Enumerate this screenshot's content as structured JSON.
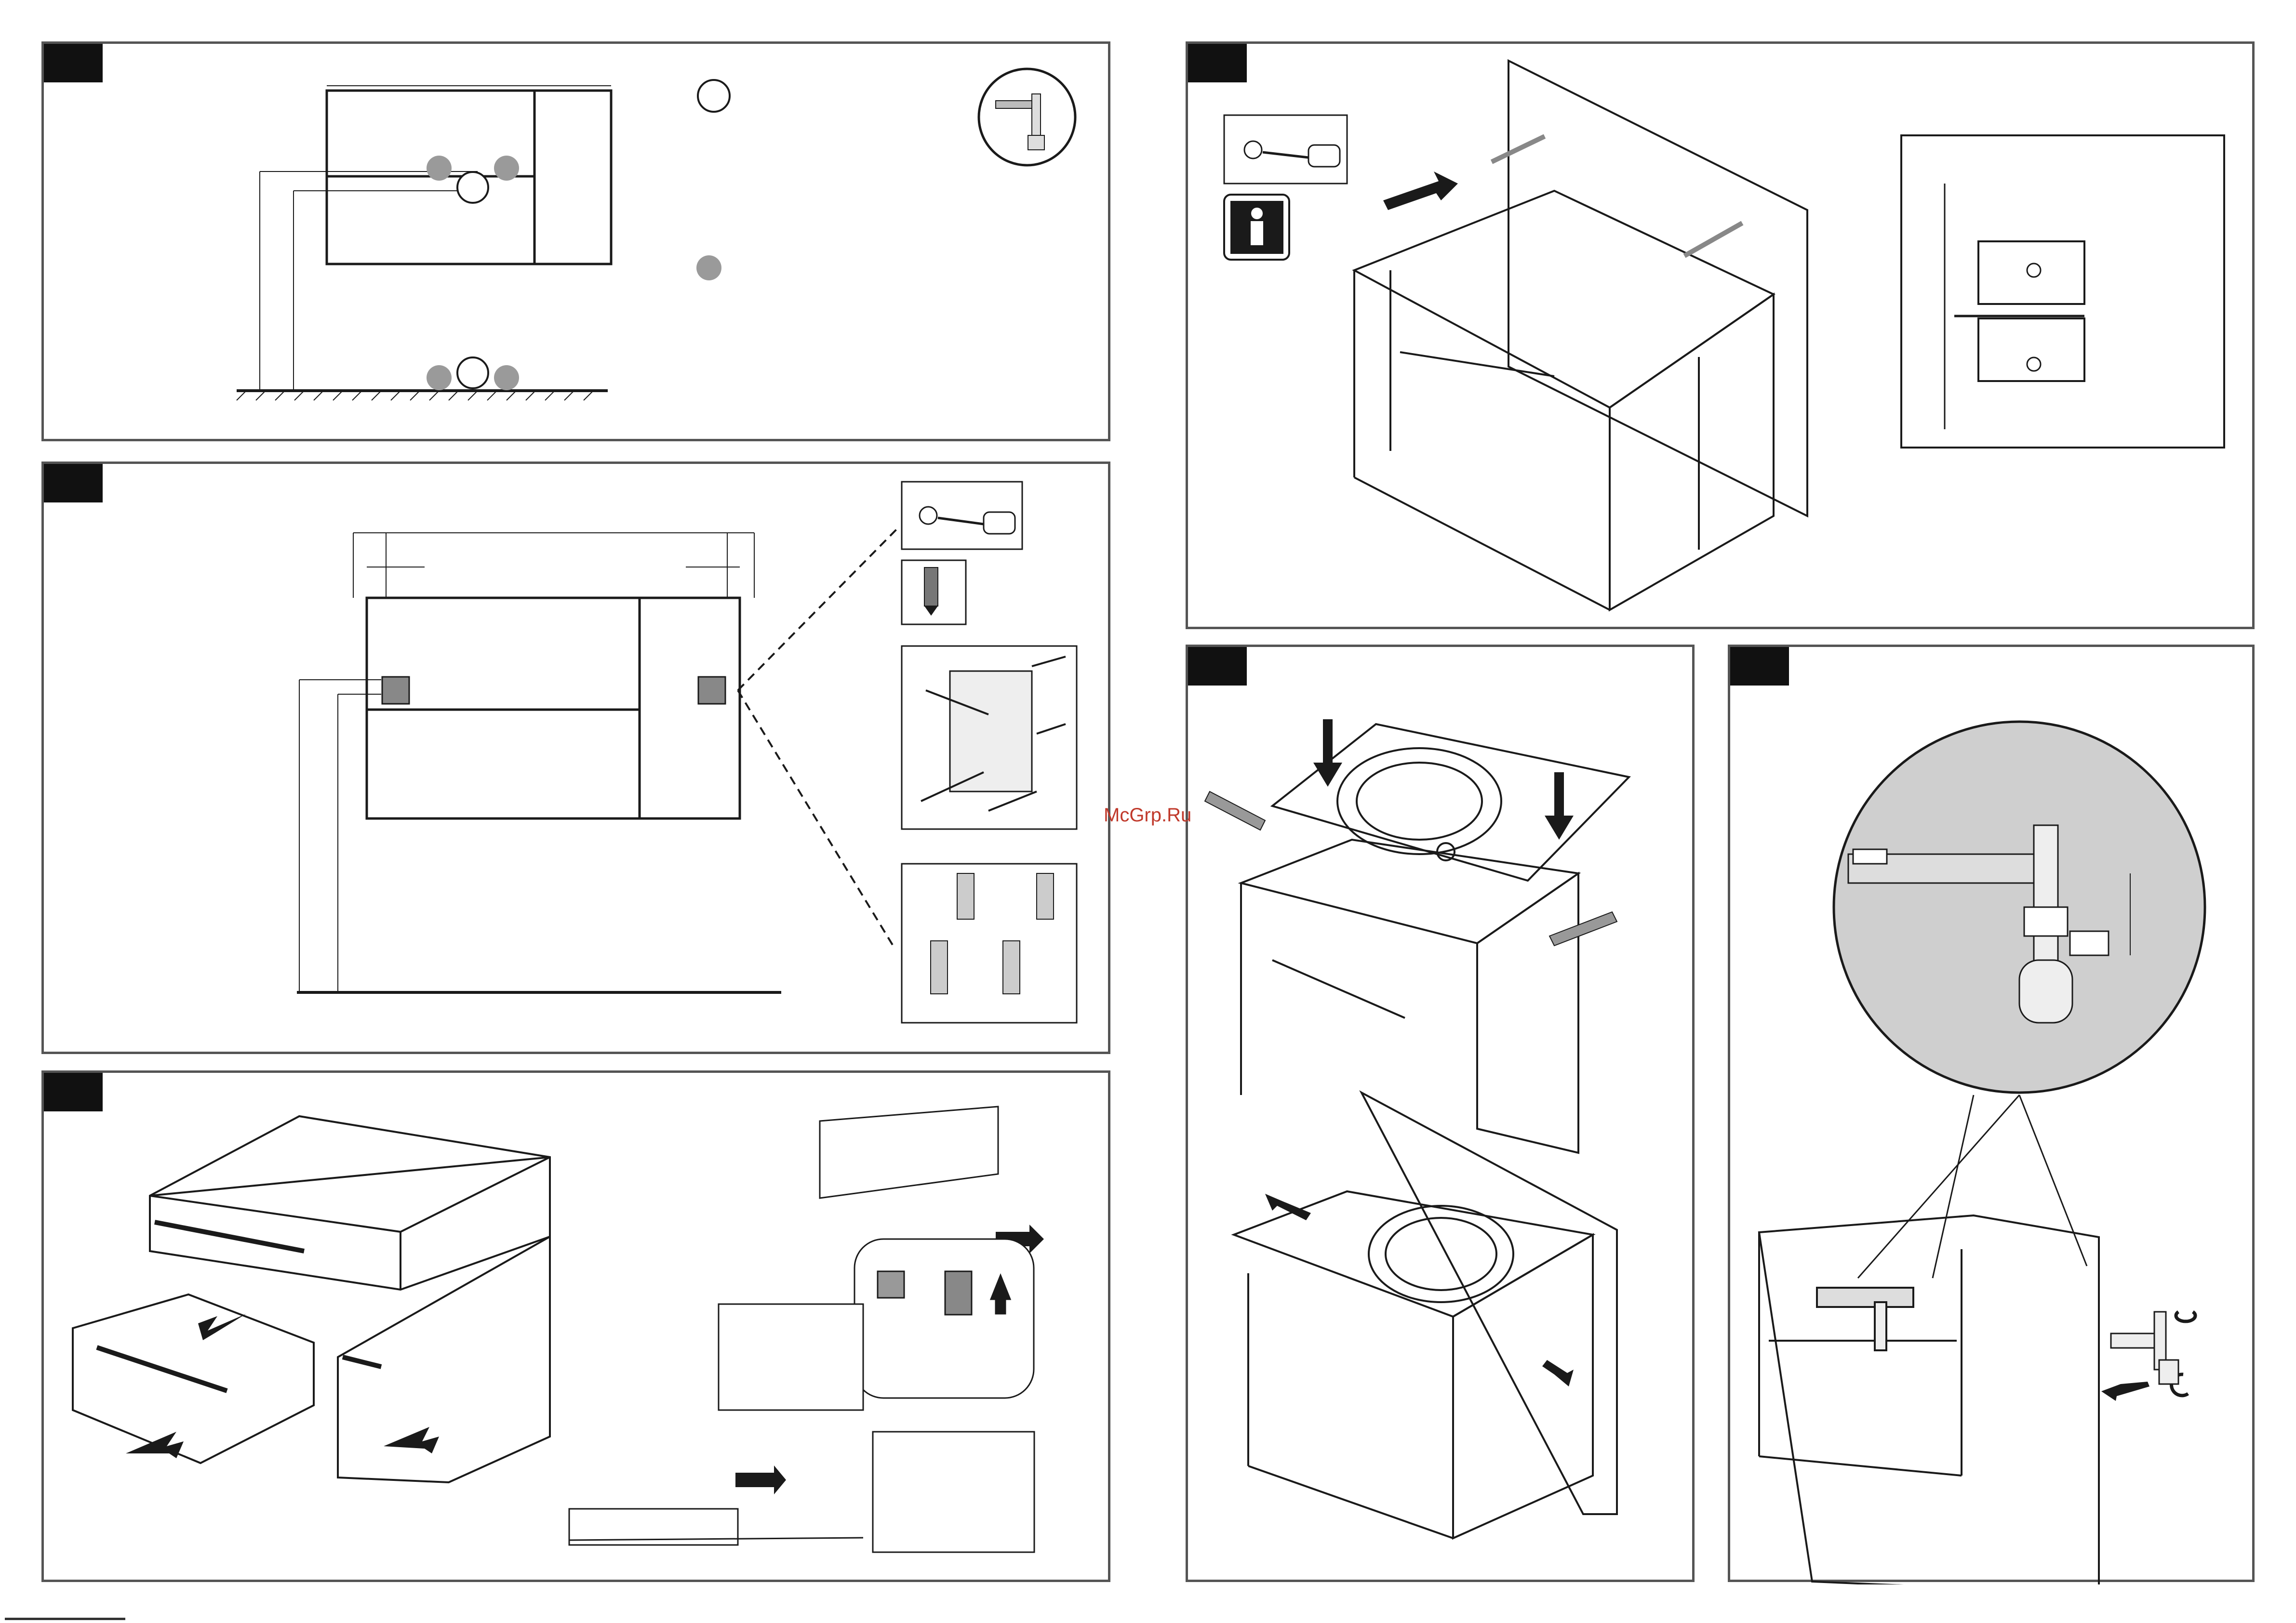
{
  "watermark": "McGrp.Ru",
  "colors": {
    "line": "#1a1a1a",
    "frame": "#555555",
    "step_tag": "#111111",
    "grey_marker": "#9a9a9a",
    "detail_circle_fill": "#cfcfcf",
    "watermark": "#c0392b"
  },
  "panels": [
    {
      "id": "measure",
      "icons": [
        "circle-open-marker",
        "circle-grey-marker",
        "siphon-detail-icon"
      ]
    },
    {
      "id": "drill",
      "icons": [
        "screwdriver-icon",
        "drill-bit-icon",
        "wall-bracket-icon",
        "wall-plug-icon"
      ]
    },
    {
      "id": "drawers",
      "icons": [
        "release-clip-icon",
        "arrow-icon"
      ]
    },
    {
      "id": "hang",
      "icons": [
        "screwdriver-icon",
        "person-icon",
        "hanger-adjust-icon"
      ]
    },
    {
      "id": "basin",
      "icons": [
        "arrow-icon",
        "sealant-icon"
      ]
    },
    {
      "id": "siphon",
      "icons": [
        "siphon-detail-icon",
        "rotate-icon"
      ]
    }
  ]
}
